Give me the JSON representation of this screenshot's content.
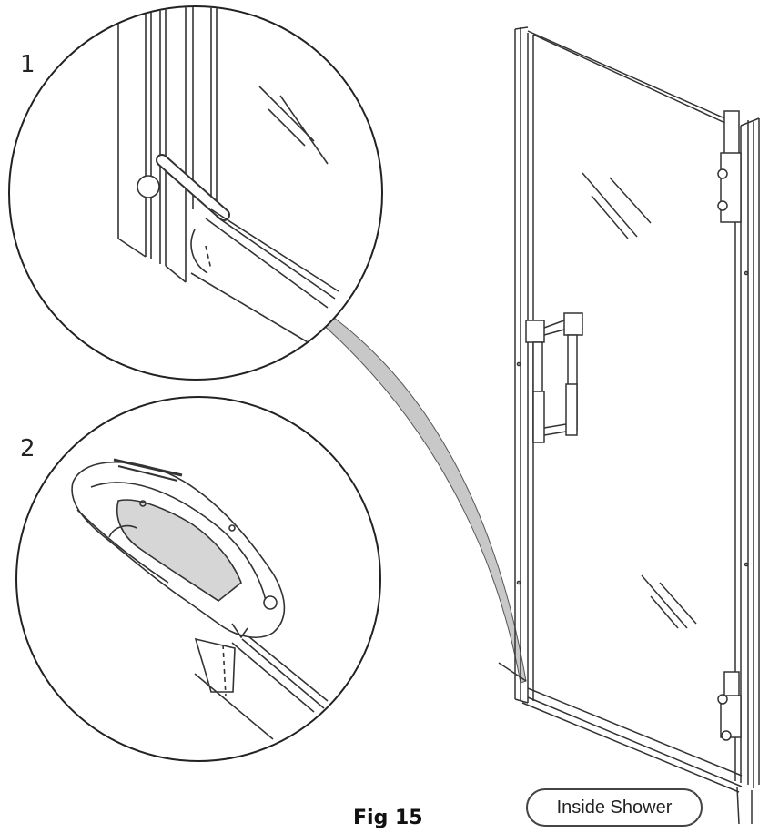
{
  "steps": {
    "step1": "1",
    "step2": "2"
  },
  "labels": {
    "location": "Inside Shower",
    "figure": "Fig 15"
  },
  "icons": {
    "detail1": "bottom-seal-fitting-detail-icon",
    "detail2": "utility-knife-trim-seal-icon",
    "door": "shower-door-icon"
  },
  "colors": {
    "line": "#333333",
    "callout_fill": "#c8c8c8",
    "glass_highlight": "#f2f2f2"
  }
}
